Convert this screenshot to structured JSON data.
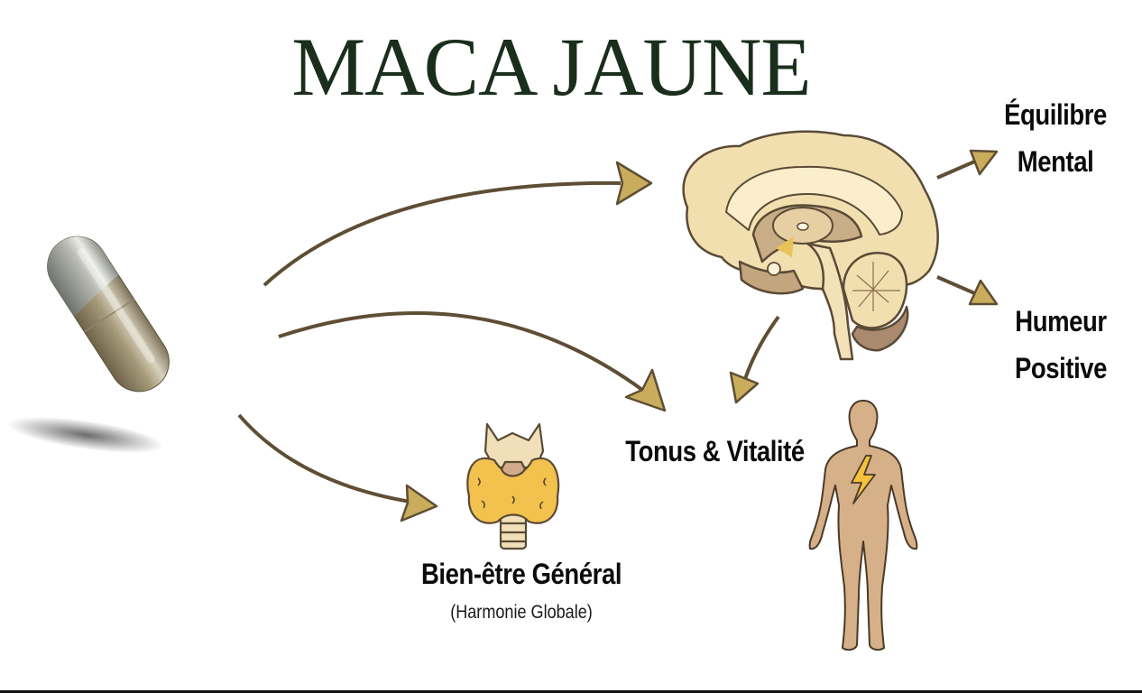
{
  "title": "MACA JAUNE",
  "source": {
    "name": "maca-capsule",
    "description": "Gélule de maca jaune en poudre"
  },
  "nodes": {
    "mental": {
      "line1": "Équilibre",
      "line2": "Mental"
    },
    "mood": {
      "line1": "Humeur",
      "line2": "Positive"
    },
    "vitality": {
      "label": "Tonus & Vitalité"
    },
    "wellbeing": {
      "label": "Bien-être Général",
      "sublabel": "(Harmonie Globale)"
    }
  },
  "icons": {
    "brain": "brain-icon",
    "thyroid": "thyroid-icon",
    "body": "human-body-icon",
    "energy": "lightning-bolt-icon",
    "capsule": "capsule-icon"
  },
  "colors": {
    "title": "#1a2e1c",
    "arrow_stroke": "#5e4e34",
    "arrow_fill": "#c9ad5c",
    "brain_fill": "#f2dfb0",
    "brain_dark": "#c4a67e",
    "thyroid_fill": "#f2c14e",
    "body_fill": "#d6b088",
    "bolt_fill": "#f5c13c",
    "text": "#0b0b0b"
  }
}
